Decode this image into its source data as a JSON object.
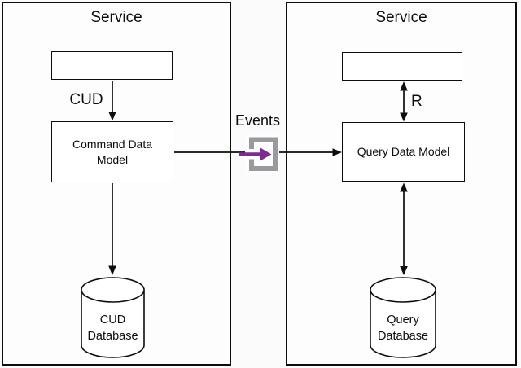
{
  "diagram": {
    "events_label": "Events",
    "left_service": {
      "title": "Service",
      "flow_label": "CUD",
      "model_label": "Command Data Model",
      "database_label": "CUD Database"
    },
    "right_service": {
      "title": "Service",
      "flow_label": "R",
      "model_label": "Query Data Model",
      "database_label": "Query Database"
    },
    "colors": {
      "purple": "#7B2D90",
      "icon_gray": "#9A9A9E",
      "line": "#0d0d0d"
    }
  }
}
